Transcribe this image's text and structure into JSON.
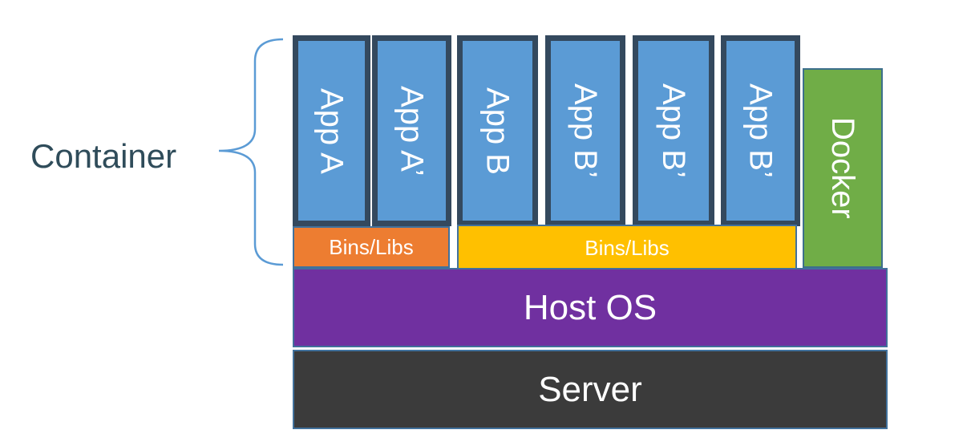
{
  "container_label": "Container",
  "apps": [
    "App A",
    "App A’",
    "App B",
    "App B’",
    "App B’",
    "App B’"
  ],
  "docker": "Docker",
  "bins_libs": [
    "Bins/Libs",
    "Bins/Libs"
  ],
  "host_os": "Host OS",
  "server": "Server",
  "colors": {
    "app": "#5b9bd5",
    "app_border": "#34495e",
    "docker": "#70ad47",
    "bins_a": "#ed7d31",
    "bins_b": "#ffc000",
    "host_os": "#7030a0",
    "server": "#3b3b3b",
    "brace": "#5b9bd5"
  }
}
